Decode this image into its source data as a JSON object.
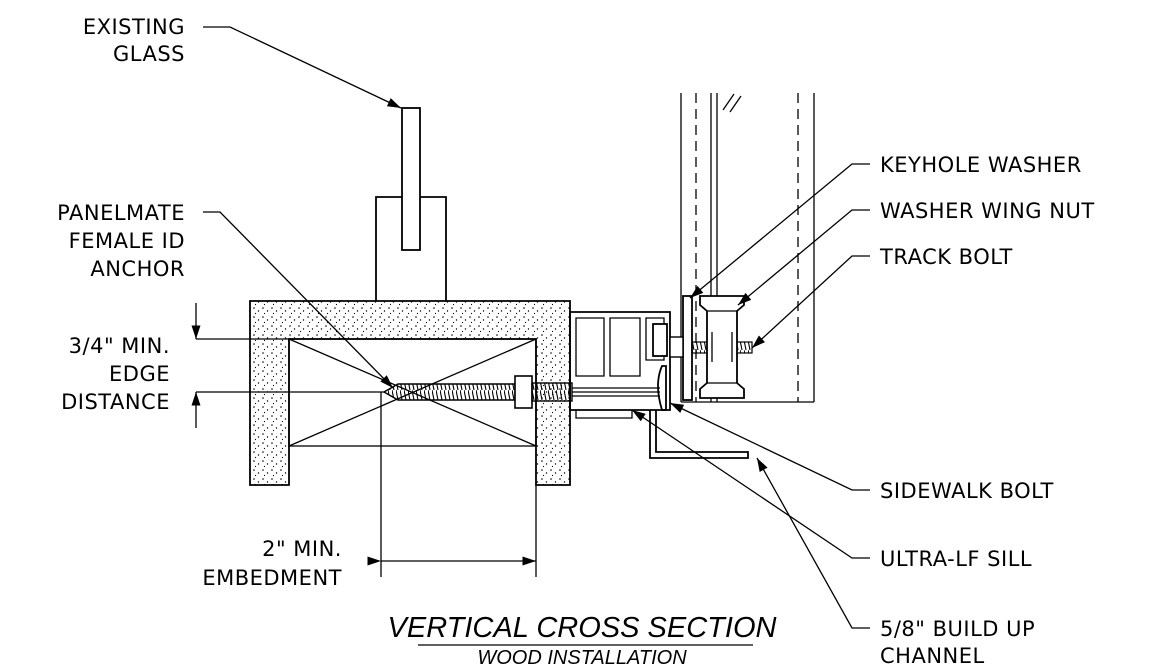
{
  "labels": {
    "existing_glass_1": "EXISTING",
    "existing_glass_2": "GLASS",
    "panelmate_1": "PANELMATE",
    "panelmate_2": "FEMALE ID",
    "panelmate_3": "ANCHOR",
    "edge_1": "3/4\" MIN.",
    "edge_2": "EDGE",
    "edge_3": "DISTANCE",
    "embed_1": "2\" MIN.",
    "embed_2": "EMBEDMENT",
    "keyhole_washer": "KEYHOLE WASHER",
    "washer_wing_nut": "WASHER WING NUT",
    "track_bolt": "TRACK BOLT",
    "sidewalk_bolt": "SIDEWALK BOLT",
    "ultra_lf_sill": "ULTRA-LF SILL",
    "build_up_1": "5/8\" BUILD UP",
    "build_up_2": "CHANNEL"
  },
  "title": {
    "main": "VERTICAL CROSS SECTION",
    "sub": "WOOD INSTALLATION"
  }
}
